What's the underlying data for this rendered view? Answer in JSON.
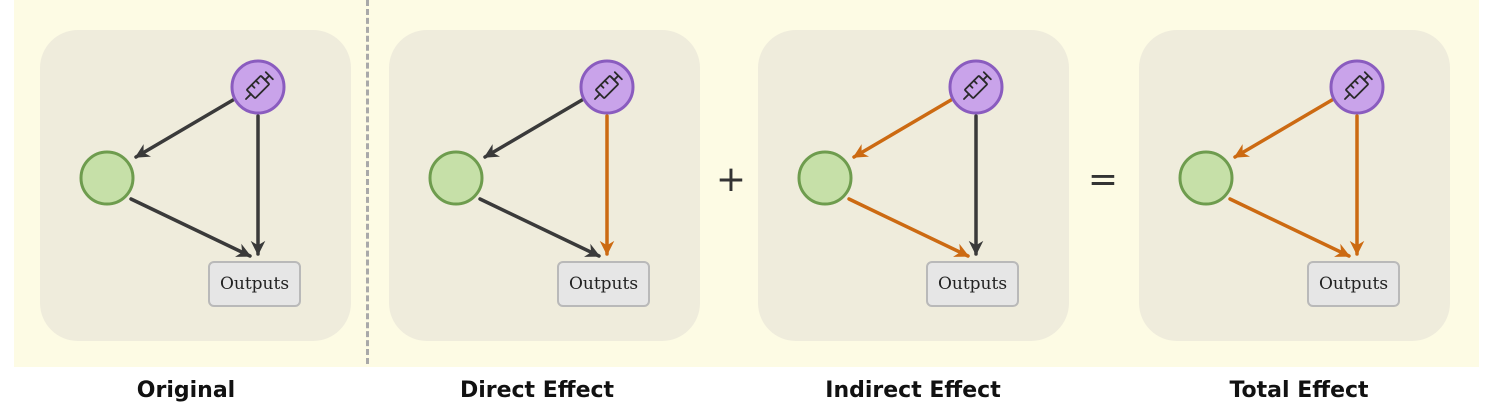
{
  "panels": [
    {
      "caption": "Original",
      "outputs_label": "Outputs",
      "edges": {
        "pred_to_green": "default",
        "pred_to_outputs": "default",
        "green_to_outputs": "default"
      }
    },
    {
      "caption": "Direct Effect",
      "outputs_label": "Outputs",
      "edges": {
        "pred_to_green": "default",
        "pred_to_outputs": "highlight",
        "green_to_outputs": "default"
      }
    },
    {
      "caption": "Indirect Effect",
      "outputs_label": "Outputs",
      "edges": {
        "pred_to_green": "highlight",
        "pred_to_outputs": "default",
        "green_to_outputs": "highlight"
      }
    },
    {
      "caption": "Total Effect",
      "outputs_label": "Outputs",
      "edges": {
        "pred_to_green": "highlight",
        "pred_to_outputs": "highlight",
        "green_to_outputs": "highlight"
      }
    }
  ],
  "operators": {
    "plus": "+",
    "equals": "="
  },
  "colors": {
    "default_edge": "#3a3a3a",
    "highlight_edge": "#cc6a12",
    "intervention_node_fill": "#c9a3ea",
    "intervention_node_stroke": "#8a5cbf",
    "green_node_fill": "#c6e0a8",
    "green_node_stroke": "#6e9c4e"
  },
  "icons": {
    "intervention_node": "syringe-icon"
  }
}
